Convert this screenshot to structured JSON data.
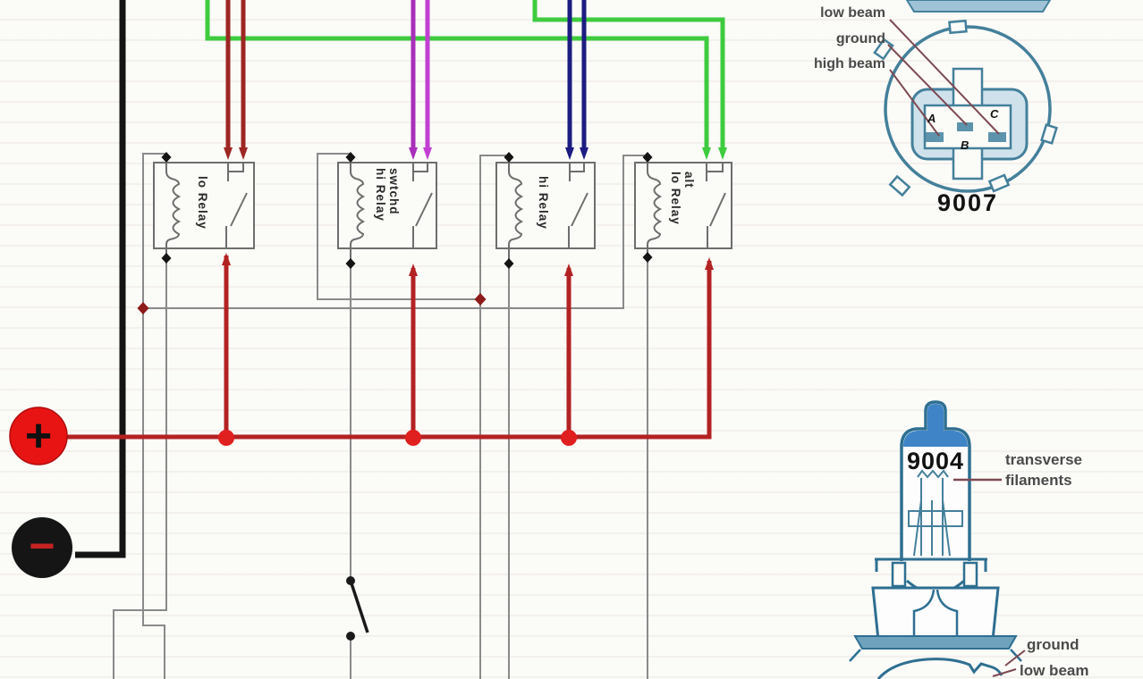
{
  "diagram": {
    "relays": [
      {
        "label": "lo Relay"
      },
      {
        "label": "swtchd\nhi Relay"
      },
      {
        "label": "hi Relay"
      },
      {
        "label": "alt\nlo Relay"
      }
    ],
    "battery": {
      "positive": "+",
      "negative": "−"
    },
    "connector_9007": {
      "part_number": "9007",
      "labels": {
        "low_beam": "low beam",
        "ground": "ground",
        "high_beam": "high beam"
      },
      "pins": {
        "a": "A",
        "b": "B",
        "c": "C"
      }
    },
    "bulb_9004": {
      "part_number": "9004",
      "filament_note": "transverse\nfilaments",
      "socket_labels": {
        "ground": "ground",
        "low_beam": "low beam"
      }
    },
    "colors": {
      "bg": "#fbfbf8",
      "wire-gray": "#8a8a8a",
      "wire-green": "#3ecb3e",
      "wire-navy": "#1c1c82",
      "wire-purple1": "#a82fba",
      "wire-purple2": "#c23fd2",
      "wire-darkred": "#9c2622",
      "wire-red": "#b32222",
      "red-dot": "#e01f1f",
      "junction-darkred": "#8e1a1a",
      "wire-black": "#141414",
      "relay-border": "#6e6e6e",
      "teal": "#44809b",
      "teal-dark": "#2e6f91",
      "teal-fill": "#cfe2ec",
      "teal-solid": "#5d93ab",
      "blue-fill": "#3f84c6",
      "flange-fill": "#6fa3bd",
      "bar-fill": "#9fc3d6",
      "label-gray": "#4a4a4a",
      "leader": "#7d4a52",
      "battery-red": "#e81414",
      "battery-black": "#151515"
    }
  }
}
